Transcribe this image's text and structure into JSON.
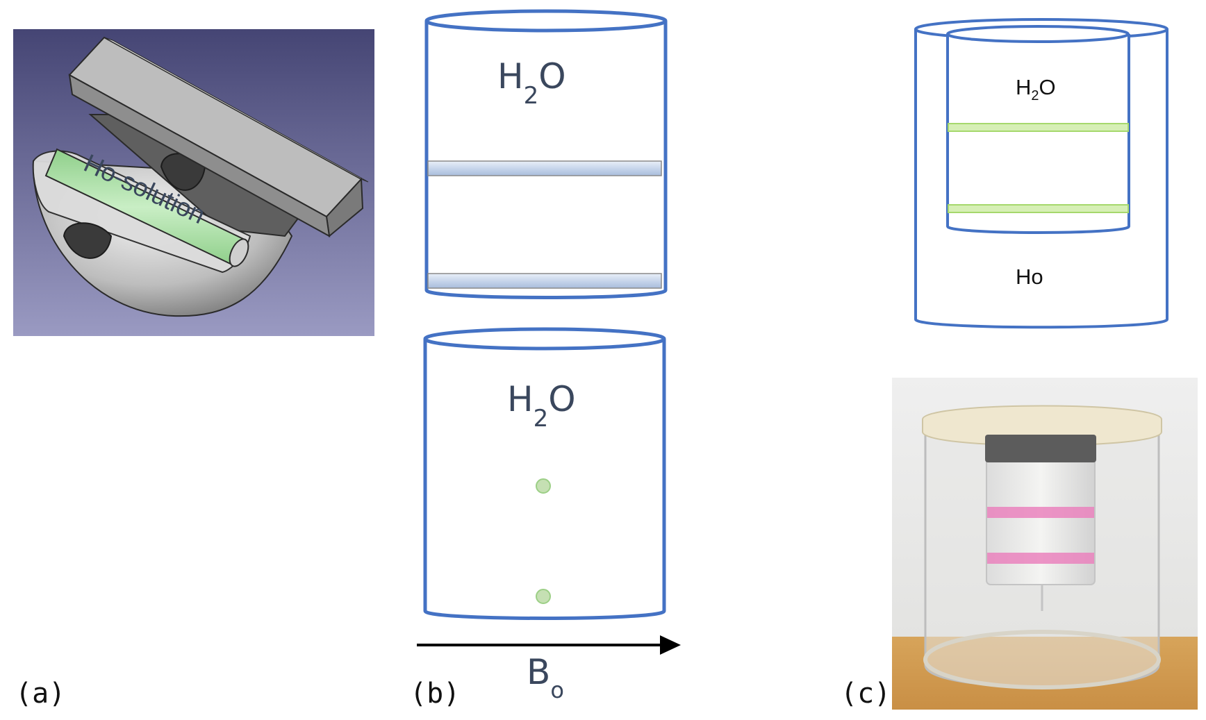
{
  "panels": {
    "a": {
      "label": "(a)",
      "tube_label": "Ho-solution",
      "colors": {
        "background_top": "#454574",
        "background_bottom": "#9a9ac2",
        "tube": "#a8dca4"
      }
    },
    "b": {
      "label": "(b)",
      "top_cylinder": {
        "label_main": "H",
        "label_sub": "2",
        "label_end": "O"
      },
      "bottom_cylinder": {
        "label_main": "H",
        "label_sub": "2",
        "label_end": "O"
      },
      "field_label_main": "B",
      "field_label_sub": "o",
      "colors": {
        "cylinder_stroke": "#4472c4",
        "marker": "#c5e0b3"
      }
    },
    "c": {
      "label": "(c)",
      "inner_label_main": "H",
      "inner_label_sub": "2",
      "inner_label_end": "O",
      "outer_label": "Ho",
      "colors": {
        "cylinder_stroke": "#4472c4",
        "ring": "#b4e07a",
        "photo_ring": "#e87ab8",
        "photo_table": "#d9a85c"
      }
    }
  }
}
